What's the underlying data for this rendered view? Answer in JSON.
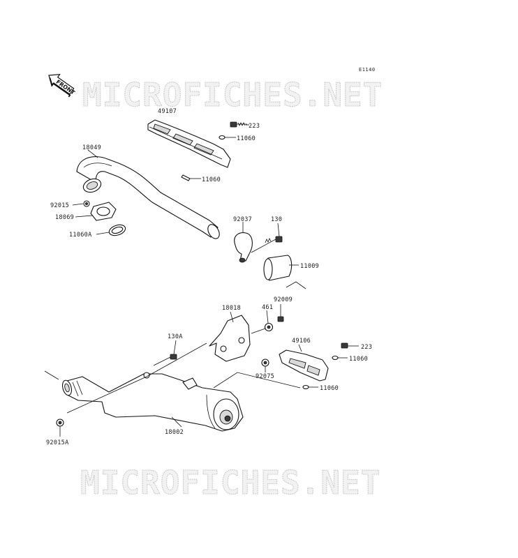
{
  "diagram": {
    "reference_code": "E1140",
    "front_label": "FRONT",
    "watermark": "MICROFICHES.NET",
    "parts": {
      "p49107": "49107",
      "p223_top": "223",
      "p11060_a": "11060",
      "p18049": "18049",
      "p11060_b": "11060",
      "p92015": "92015",
      "p18069": "18069",
      "p11060A": "11060A",
      "p92037": "92037",
      "p130": "130",
      "p11009": "11009",
      "p18018": "18018",
      "p461": "461",
      "p92009": "92009",
      "p49106": "49106",
      "p223_bottom": "223",
      "p11060_c": "11060",
      "p130A": "130A",
      "p92075": "92075",
      "p11060_d": "11060",
      "p18002": "18002",
      "p92015A": "92015A"
    }
  }
}
